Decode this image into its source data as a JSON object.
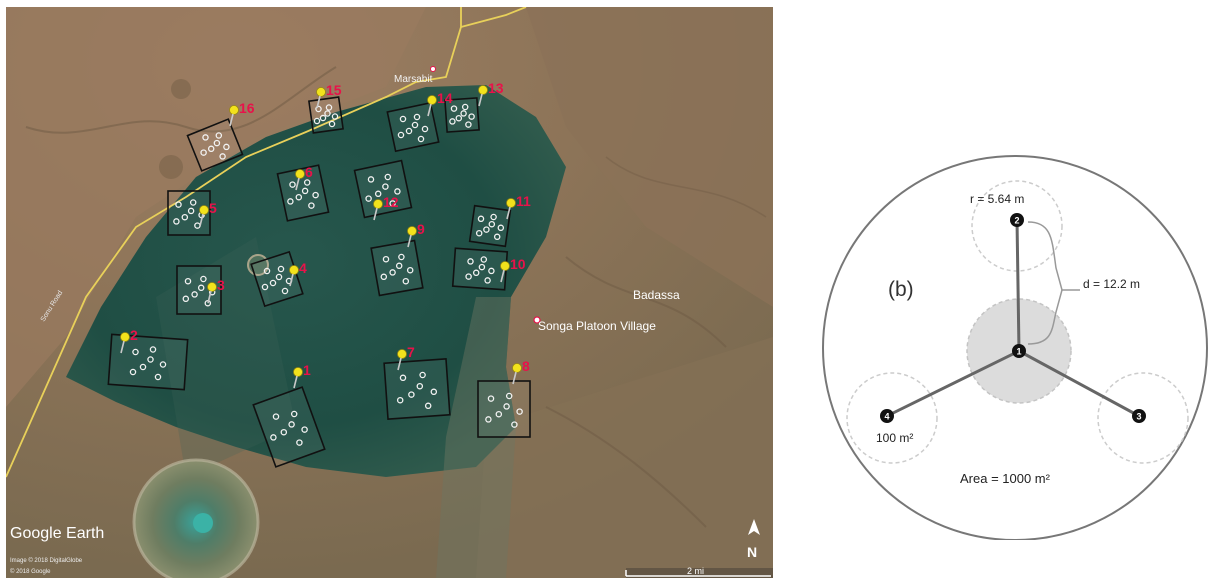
{
  "map": {
    "places": {
      "town": "Marsabit",
      "village": "Songa Platoon Village",
      "area": "Badassa",
      "road": "Sonu Road"
    },
    "plots": [
      {
        "id": "1"
      },
      {
        "id": "2"
      },
      {
        "id": "3"
      },
      {
        "id": "4"
      },
      {
        "id": "5"
      },
      {
        "id": "6"
      },
      {
        "id": "7"
      },
      {
        "id": "8"
      },
      {
        "id": "9"
      },
      {
        "id": "10"
      },
      {
        "id": "11"
      },
      {
        "id": "12"
      },
      {
        "id": "13"
      },
      {
        "id": "14"
      },
      {
        "id": "15"
      },
      {
        "id": "16"
      }
    ],
    "brand": "Google Earth",
    "attribution_1": "Image © 2018 DigitalGlobe",
    "attribution_2": "© 2018 Google",
    "scale_label": "2 mi",
    "north_label": "N",
    "colors": {
      "marker_label": "#e8124a",
      "pin": "#f2e21c",
      "road": "#e8d05a"
    }
  },
  "diagram": {
    "panel_label": "(b)",
    "radius_label": "r = 5.64 m",
    "distance_label": "d = 12.2 m",
    "subplot_area_label": "100 m²",
    "plot_area_label": "Area = 1000 m²",
    "nodes": [
      {
        "id": "1"
      },
      {
        "id": "2"
      },
      {
        "id": "3"
      },
      {
        "id": "4"
      }
    ]
  }
}
